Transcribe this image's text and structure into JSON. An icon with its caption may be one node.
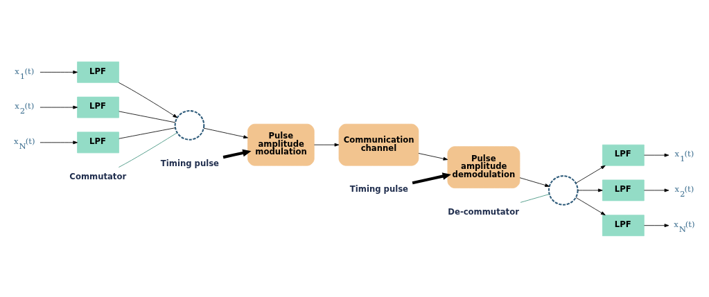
{
  "diagram": {
    "nodes": [
      {
        "text": [
          "x$_{1}$(t)"
        ]
      },
      {
        "text": [
          "LPF"
        ]
      },
      {
        "text": [
          "x$_{2}$(t)"
        ]
      },
      {
        "text": [
          "LPF"
        ]
      },
      {
        "text": [
          "x$_{N}$(t)"
        ]
      },
      {
        "text": [
          "LPF"
        ]
      },
      {
        "text": [],
        "shape": "circle"
      },
      {
        "text": [
          "Commutator"
        ]
      },
      {
        "text": [
          "Pulse amplitude modulation"
        ]
      },
      {
        "text": [
          "Timing pulse"
        ]
      },
      {
        "text": [
          "Communication channel"
        ]
      },
      {
        "text": [
          "Pulse amplitude demodulation"
        ]
      },
      {
        "text": [
          "Timing pulse"
        ]
      },
      {
        "text": [],
        "shape": "circle"
      },
      {
        "text": [
          "De-commutator"
        ]
      },
      {
        "text": [
          "LPF"
        ]
      },
      {
        "text": [
          "x$_{1}$(t)"
        ]
      },
      {
        "text": [
          "LPF"
        ]
      },
      {
        "text": [
          "x$_{2}$(t)"
        ]
      },
      {
        "text": [
          "LPF"
        ]
      },
      {
        "text": [
          "x$_{N}$(t)"
        ]
      }
    ],
    "edges": [
      {
        "from": 0,
        "to": 1,
        "arrow": "to"
      },
      {
        "from": 2,
        "to": 3,
        "arrow": "to"
      },
      {
        "from": 4,
        "to": 5,
        "arrow": "to"
      },
      {
        "from": 1,
        "to": 6,
        "arrow": "to"
      },
      {
        "from": 3,
        "to": 6,
        "arrow": "none"
      },
      {
        "from": 5,
        "to": 6,
        "arrow": "none"
      },
      {
        "from": 7,
        "to": 6,
        "arrow": "none",
        "color": "#3a8f7a"
      },
      {
        "from": 6,
        "to": 8,
        "arrow": "to"
      },
      {
        "from": 9,
        "to": 8,
        "arrow": "to",
        "style": "thick"
      },
      {
        "from": 8,
        "to": 10,
        "arrow": "to"
      },
      {
        "from": 10,
        "to": 11,
        "arrow": "to"
      },
      {
        "from": 12,
        "to": 11,
        "arrow": "to",
        "style": "thick"
      },
      {
        "from": 11,
        "to": 13,
        "arrow": "to"
      },
      {
        "from": 14,
        "to": 13,
        "arrow": "none",
        "color": "#3a8f7a"
      },
      {
        "from": 13,
        "to": 15,
        "arrow": "to"
      },
      {
        "from": 13,
        "to": 17,
        "arrow": "to"
      },
      {
        "from": 13,
        "to": 19,
        "arrow": "to"
      },
      {
        "from": 15,
        "to": 16,
        "arrow": "to"
      },
      {
        "from": 17,
        "to": 18,
        "arrow": "to"
      },
      {
        "from": 19,
        "to": 20,
        "arrow": "to"
      }
    ]
  }
}
